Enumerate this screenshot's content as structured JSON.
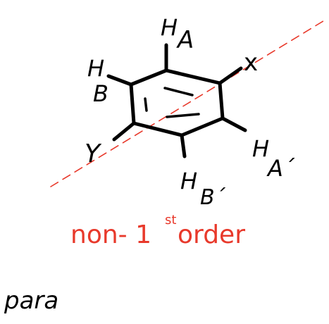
{
  "colors": {
    "ink": "#000000",
    "accent": "#e8392b",
    "background": "#ffffff"
  },
  "labels": {
    "ha": {
      "main": "H",
      "sub": "A"
    },
    "hb": {
      "main": "H",
      "sub": "B"
    },
    "ha_prime": {
      "main": "H",
      "sub": "A´"
    },
    "hb_prime": {
      "main": "H",
      "sub": "B´"
    },
    "x": "x",
    "y": "Y"
  },
  "annotation": {
    "prefix": "non- 1",
    "superscript": "st",
    "suffix": " order"
  },
  "footer": {
    "text": "para"
  }
}
